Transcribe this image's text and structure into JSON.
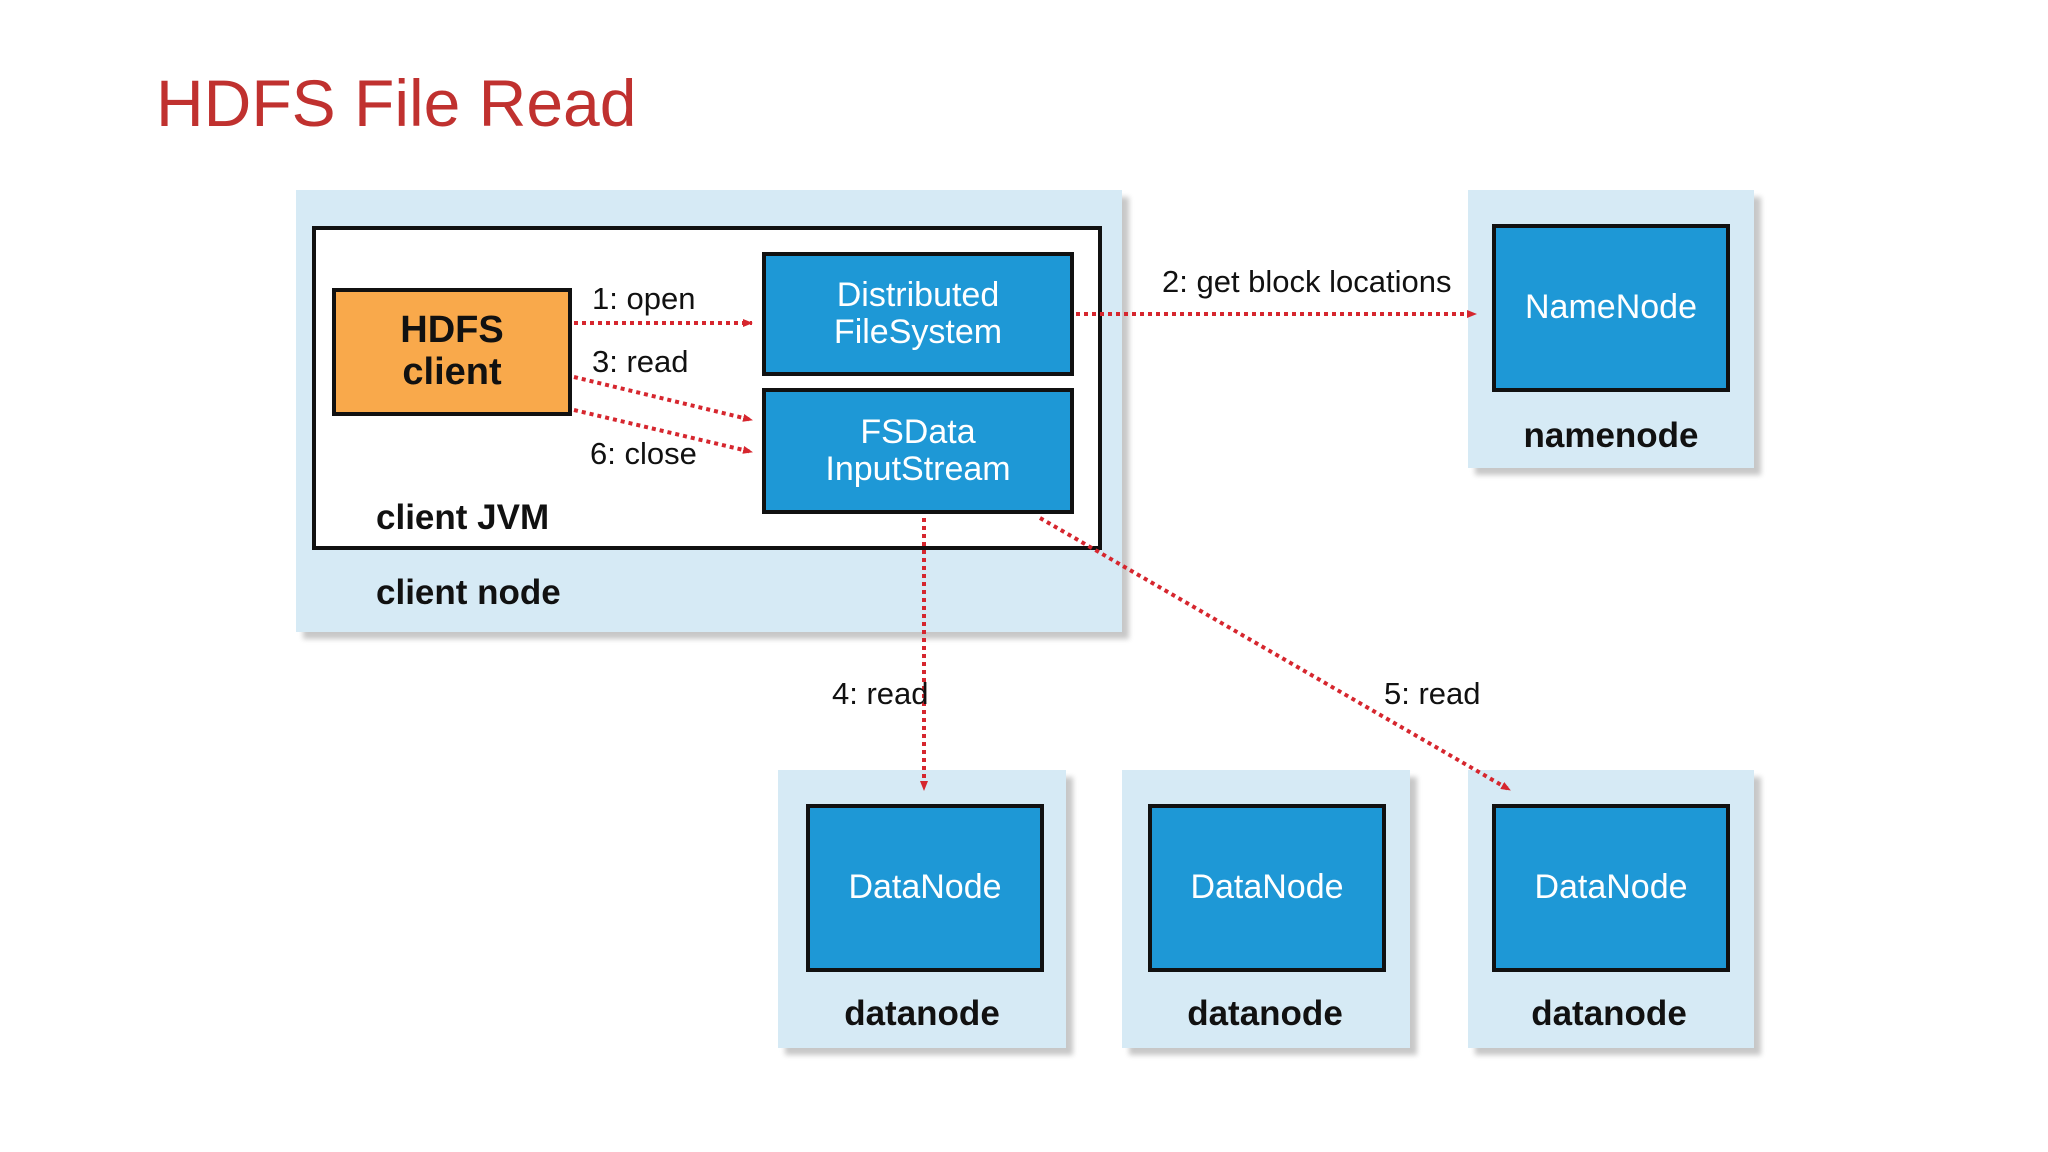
{
  "title": "HDFS File Read",
  "diagram": {
    "client_node": {
      "label": "client node",
      "jvm_label": "client JVM",
      "hdfs_client": {
        "line1": "HDFS",
        "line2": "client"
      },
      "distributed_filesystem": {
        "line1": "Distributed",
        "line2": "FileSystem"
      },
      "fsdata_inputstream": {
        "line1": "FSData",
        "line2": "InputStream"
      }
    },
    "namenode": {
      "box": "NameNode",
      "label": "namenode"
    },
    "datanodes": [
      {
        "box": "DataNode",
        "label": "datanode"
      },
      {
        "box": "DataNode",
        "label": "datanode"
      },
      {
        "box": "DataNode",
        "label": "datanode"
      }
    ],
    "steps": {
      "open": "1: open",
      "get_block_locations": "2: get block locations",
      "read_stream": "3: read",
      "read_datanode_1": "4: read",
      "read_datanode_3": "5: read",
      "close": "6: close"
    },
    "colors": {
      "title": "#c0312f",
      "node_background": "#d6eaf5",
      "component": "#1e98d6",
      "client": "#f9a94b",
      "arrow": "#d6262e"
    }
  }
}
